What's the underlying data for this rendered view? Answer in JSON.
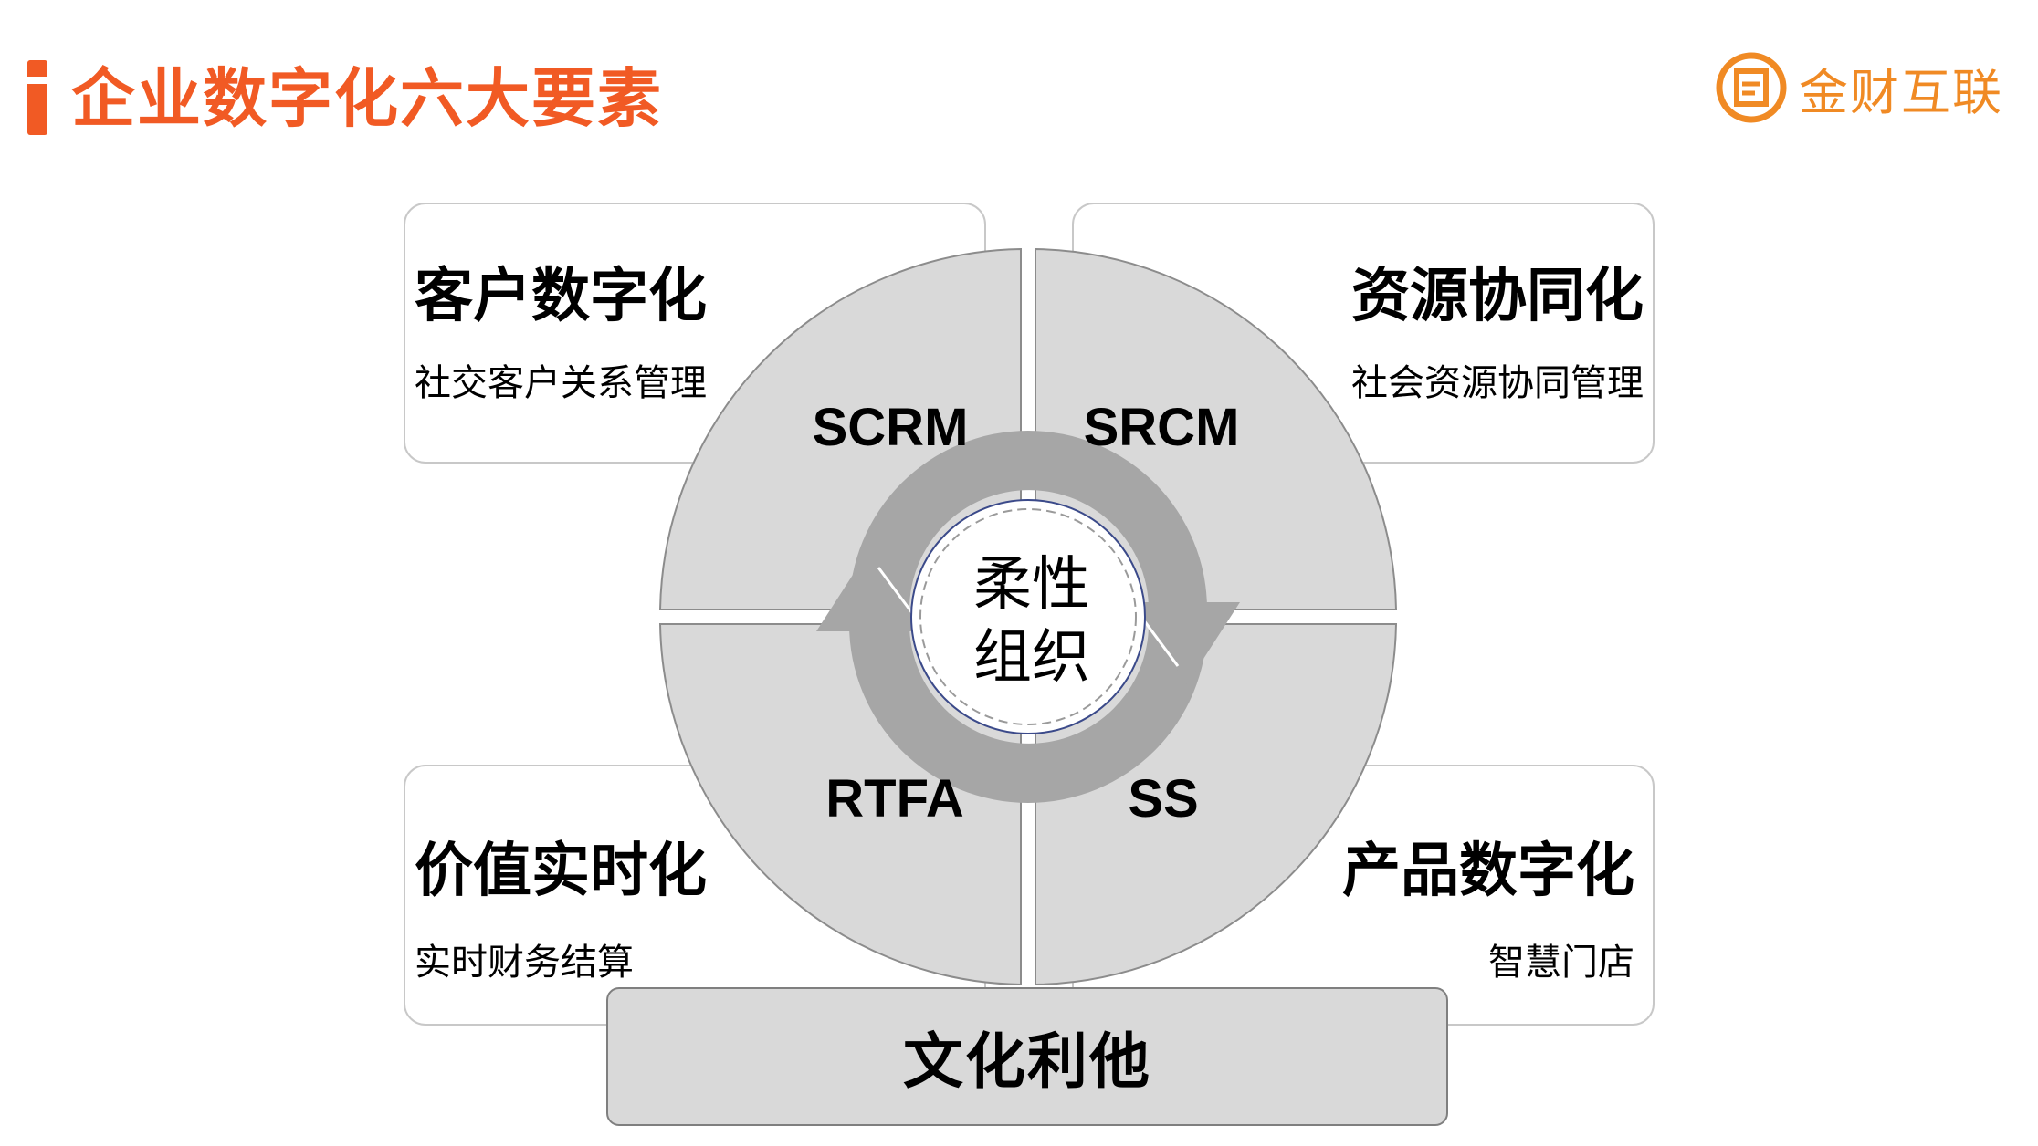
{
  "header": {
    "title": "企业数字化六大要素",
    "logo_text": "金财互联",
    "accent_color": "#F15A24",
    "logo_color": "#F08A24"
  },
  "cards": {
    "top_left": {
      "title": "客户数字化",
      "subtitle": "社交客户关系管理"
    },
    "top_right": {
      "title": "资源协同化",
      "subtitle": "社会资源协同管理"
    },
    "bottom_left": {
      "title": "价值实时化",
      "subtitle": "实时财务结算"
    },
    "bottom_right": {
      "title": "产品数字化",
      "subtitle": "智慧门店"
    }
  },
  "quadrants": {
    "top_left": "SCRM",
    "top_right": "SRCM",
    "bottom_left": "RTFA",
    "bottom_right": "SS"
  },
  "center": {
    "line1": "柔性",
    "line2": "组织"
  },
  "bottom": {
    "label": "文化利他"
  },
  "colors": {
    "quadrant_fill": "#d9d9d9",
    "ring_fill": "#a6a6a6",
    "center_border": "#3b4a8a"
  }
}
